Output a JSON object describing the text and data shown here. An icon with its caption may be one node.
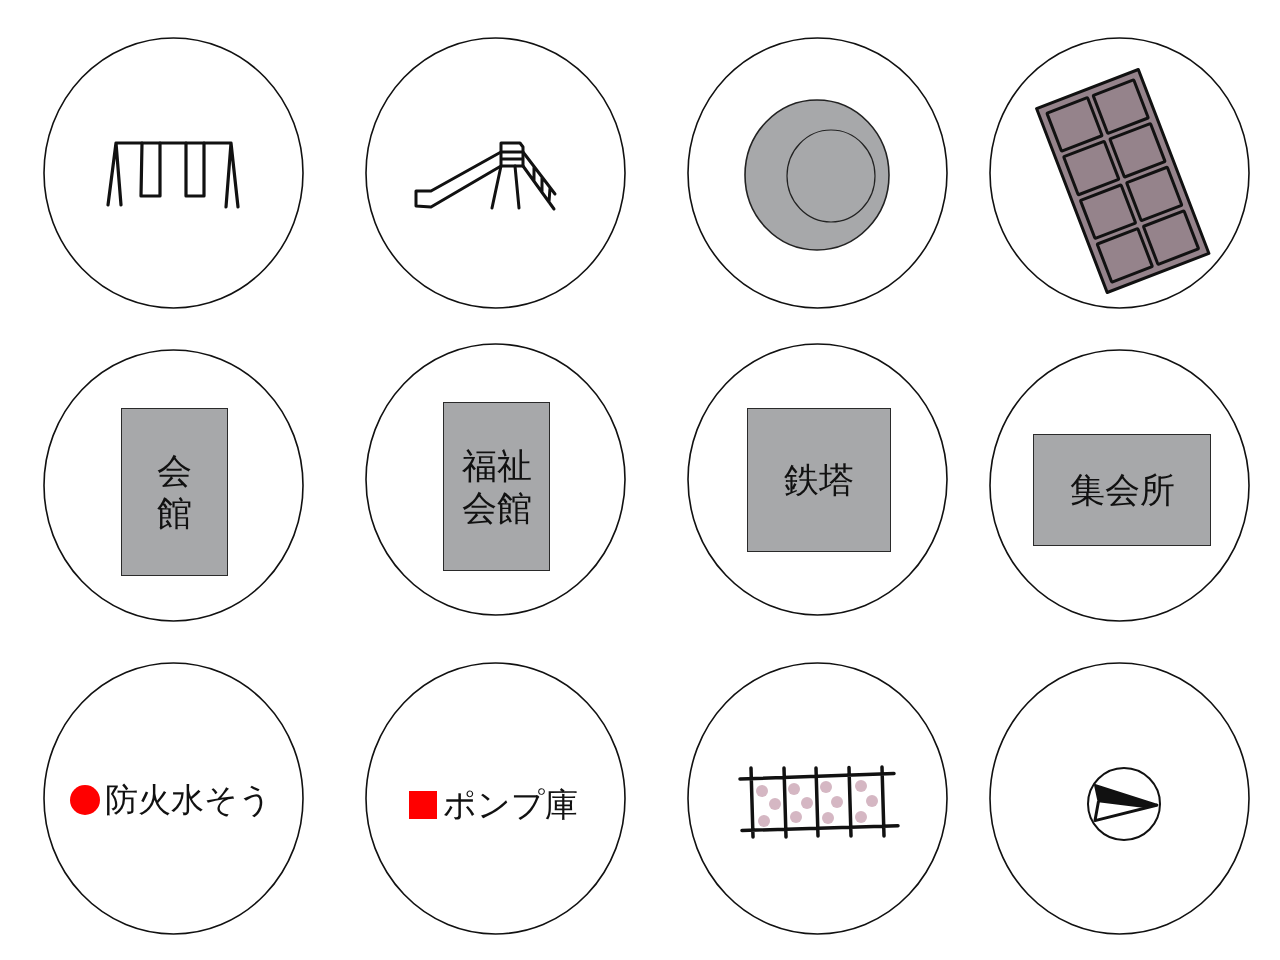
{
  "diagram": {
    "nodes": [
      {
        "text": [],
        "shape": "circle"
      },
      {
        "text": [],
        "shape": "circle"
      },
      {
        "text": [],
        "shape": "circle"
      },
      {
        "text": [],
        "shape": "circle"
      },
      {
        "text": [],
        "shape": "circle"
      },
      {
        "text": [
          "会館"
        ],
        "in": 4
      },
      {
        "text": [],
        "shape": "circle"
      },
      {
        "text": [
          "福祉会館"
        ],
        "in": 6
      },
      {
        "text": [],
        "shape": "circle"
      },
      {
        "text": [
          "鉄塔"
        ],
        "in": 8
      },
      {
        "text": [],
        "shape": "circle"
      },
      {
        "text": [
          "集会所"
        ],
        "in": 10
      },
      {
        "text": [
          "防火水そう"
        ]
      },
      {
        "text": [
          "ポンプ庫"
        ]
      },
      {
        "text": [],
        "shape": "circle"
      },
      {
        "text": [],
        "shape": "circle"
      }
    ]
  }
}
